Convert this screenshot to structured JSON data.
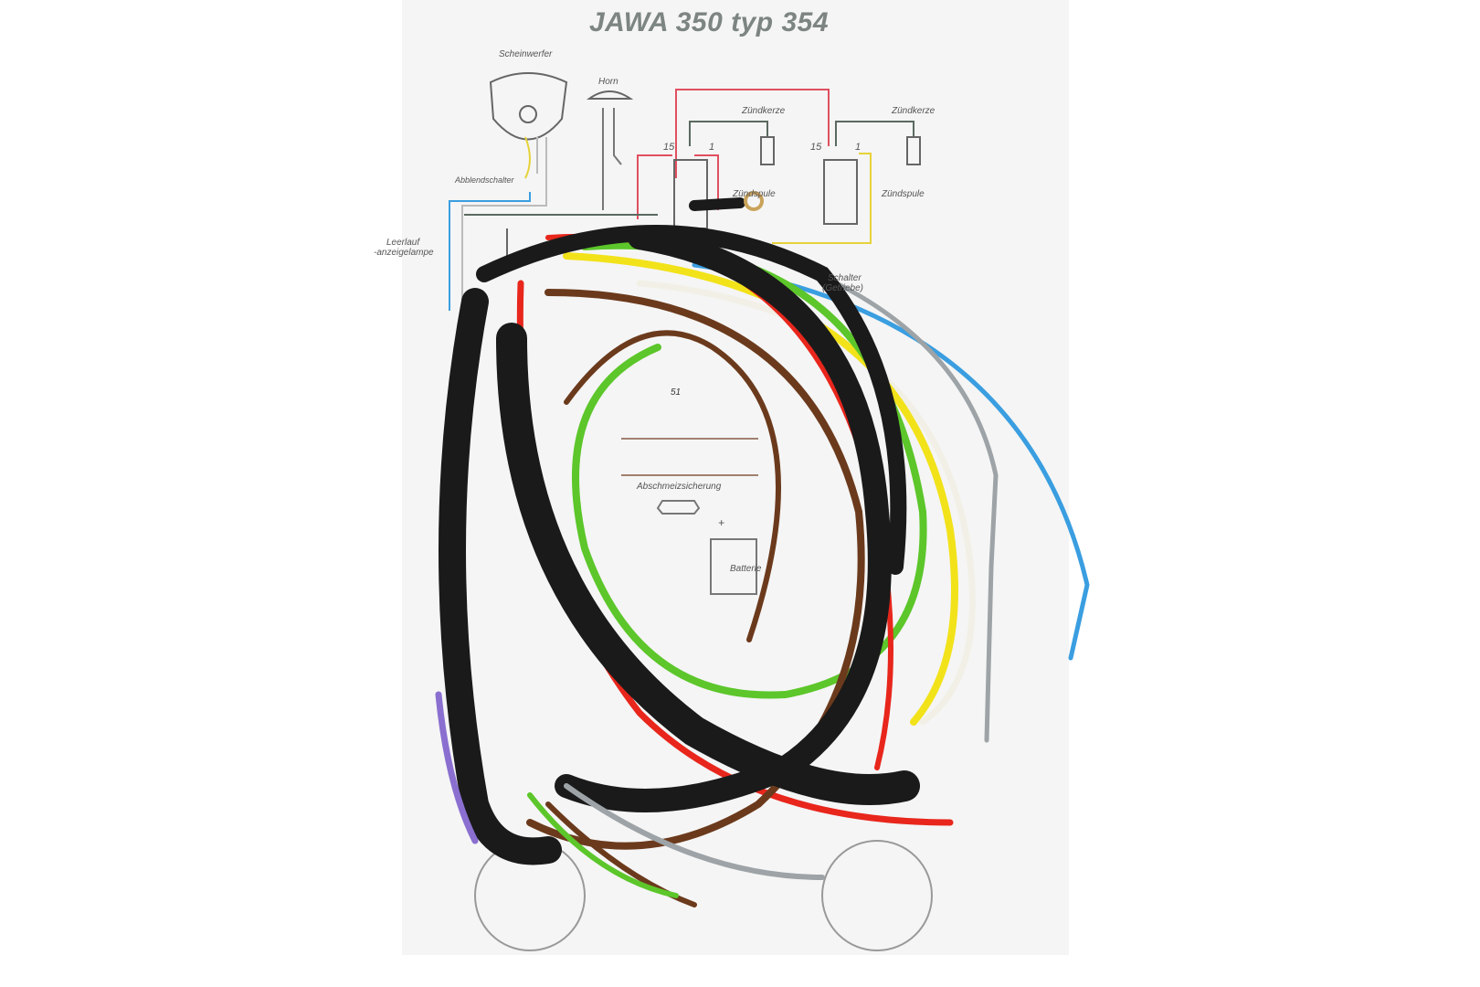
{
  "diagram": {
    "title": "JAWA 350 typ 354",
    "labels": {
      "headlight": "Scheinwerfer",
      "horn": "Horn",
      "spark_plug_1": "Zündkerze",
      "spark_plug_2": "Zündkerze",
      "coil_1": "Zündspule",
      "coil_2": "Zündspule",
      "dimmer_switch": "Abblendschalter",
      "neutral_lamp_1": "Leerlauf",
      "neutral_lamp_2": "-anzeigelampe",
      "switch_1": "Schalter",
      "switch_2": "(Getriebe)",
      "fuse": "Abschmeizsicherung",
      "battery": "Batterie",
      "terminal_51": "51",
      "coil_1_t15": "15",
      "coil_1_t1": "1",
      "coil_2_t15": "15",
      "coil_2_t1": "1",
      "plus": "+"
    }
  },
  "harness": {
    "wire_colors": {
      "black": "#1a1a1a",
      "red": "#e8261c",
      "blue": "#3a9ee0",
      "yellow": "#f2e21a",
      "green": "#5cc62a",
      "brown": "#6b3a1c",
      "gray": "#9da3a6",
      "white": "#f2f0e6",
      "violet": "#8a6fd0"
    }
  }
}
